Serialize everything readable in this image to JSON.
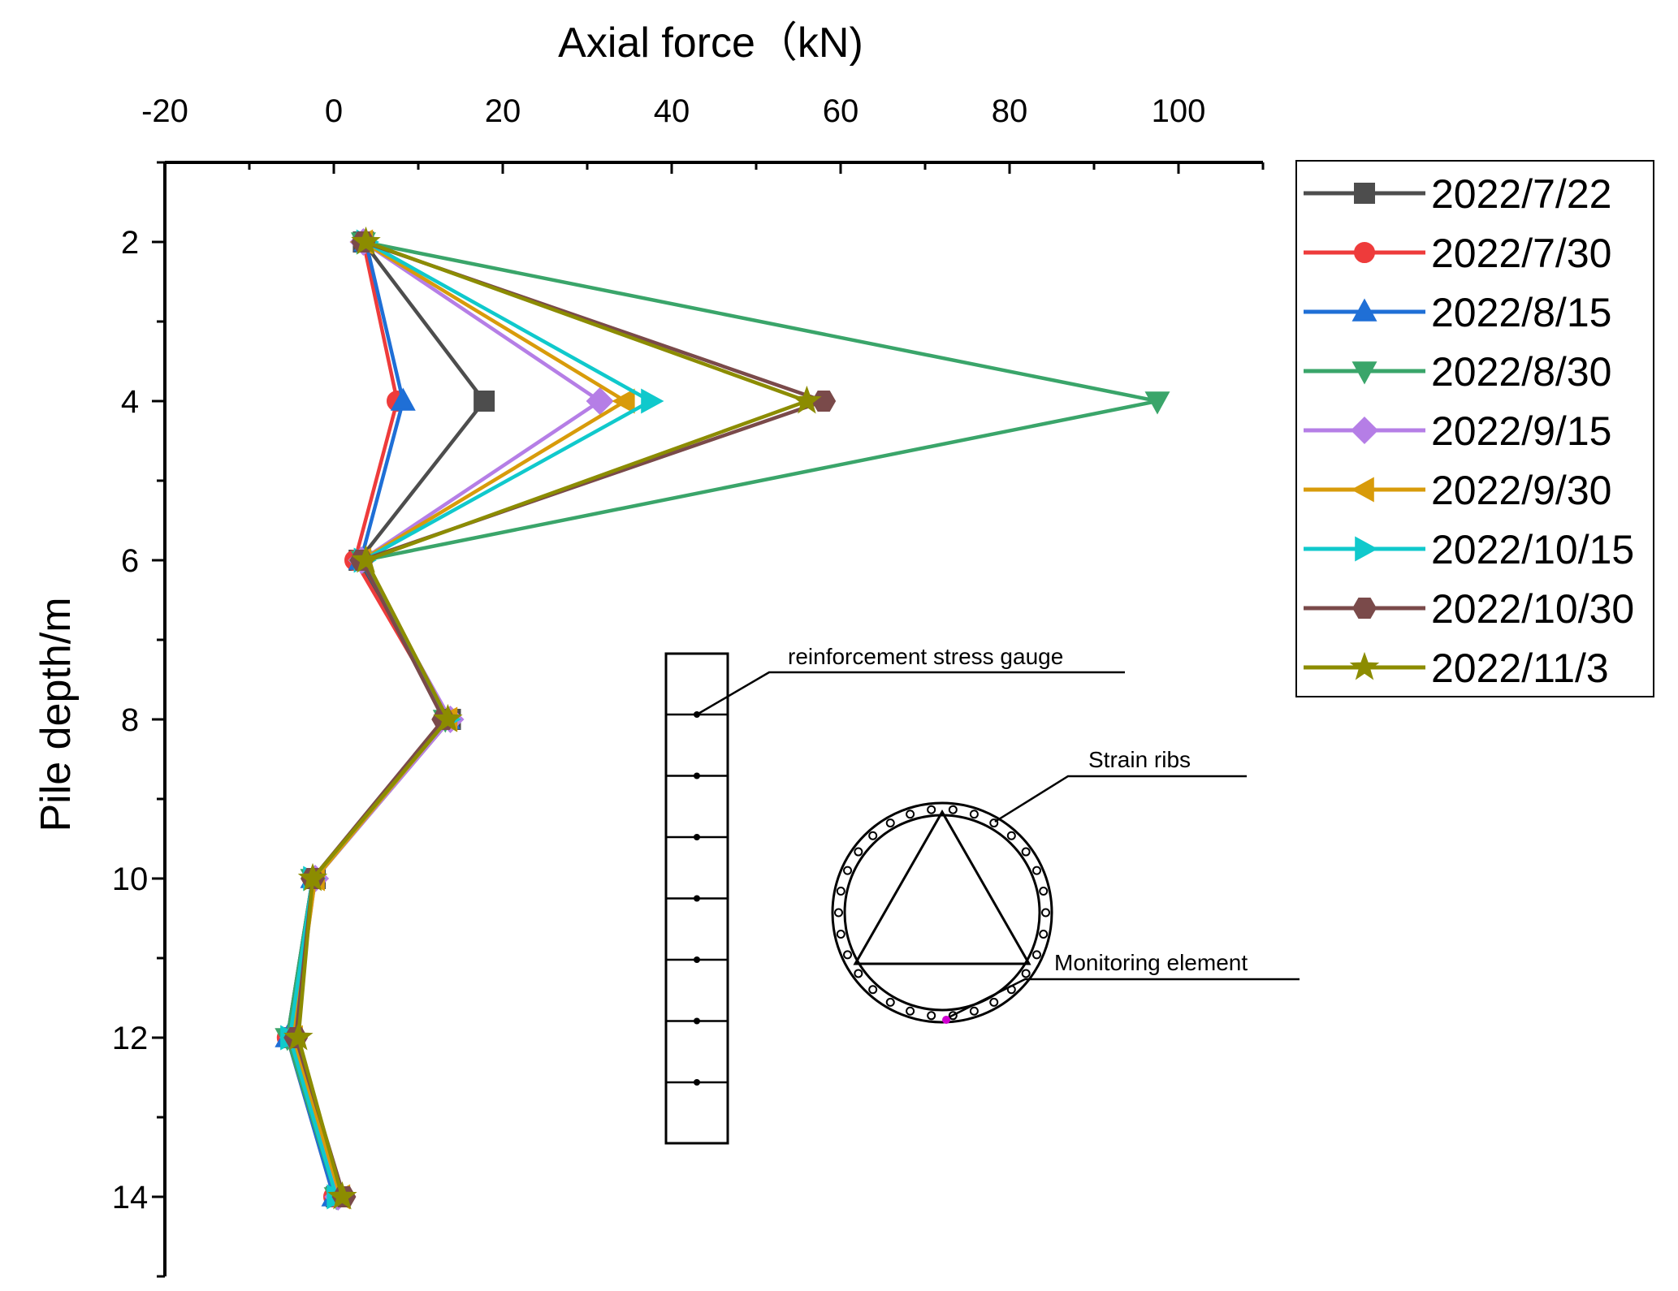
{
  "chart_data": {
    "type": "line",
    "xlabel": "Axial force（kN)",
    "ylabel": "Pile depth/m",
    "xlim": [
      -20,
      110
    ],
    "ylim": [
      1,
      15
    ],
    "x_axis_position": "top",
    "y_axis_inverted": true,
    "xticks": [
      -20,
      0,
      20,
      40,
      60,
      80,
      100
    ],
    "yticks": [
      2,
      4,
      6,
      8,
      10,
      12,
      14
    ],
    "grid": false,
    "legend_position": "right",
    "depths": [
      2,
      4,
      6,
      8,
      10,
      12,
      14
    ],
    "series": [
      {
        "name": "2022/7/22",
        "color": "#4d4d4d",
        "marker": "square",
        "values": [
          3.5,
          17.8,
          3.0,
          13.8,
          -2.2,
          -5.0,
          0.3
        ]
      },
      {
        "name": "2022/7/30",
        "color": "#ee3b3b",
        "marker": "circle",
        "values": [
          3.5,
          7.5,
          2.5,
          13.5,
          -2.5,
          -5.5,
          0.0
        ]
      },
      {
        "name": "2022/8/15",
        "color": "#1f6fd6",
        "marker": "triangle-up",
        "values": [
          3.8,
          8.2,
          3.2,
          13.5,
          -2.5,
          -5.5,
          0.0
        ]
      },
      {
        "name": "2022/8/30",
        "color": "#3aa56a",
        "marker": "triangle-down",
        "values": [
          3.5,
          97.5,
          3.5,
          13.2,
          -2.5,
          -5.5,
          0.3
        ]
      },
      {
        "name": "2022/9/15",
        "color": "#b57ee6",
        "marker": "diamond",
        "values": [
          3.5,
          31.5,
          3.3,
          13.8,
          -2.2,
          -4.8,
          0.5
        ]
      },
      {
        "name": "2022/9/30",
        "color": "#d89b0a",
        "marker": "triangle-left",
        "values": [
          3.5,
          34.5,
          3.3,
          13.5,
          -2.2,
          -4.8,
          0.8
        ]
      },
      {
        "name": "2022/10/15",
        "color": "#10c9cc",
        "marker": "triangle-right",
        "values": [
          3.8,
          37.5,
          3.5,
          13.5,
          -2.5,
          -5.2,
          0.3
        ]
      },
      {
        "name": "2022/10/30",
        "color": "#7a4a4a",
        "marker": "hexagon",
        "values": [
          3.5,
          58.0,
          3.3,
          13.0,
          -2.5,
          -4.5,
          1.2
        ]
      },
      {
        "name": "2022/11/3",
        "color": "#8c8c00",
        "marker": "star",
        "values": [
          3.8,
          56.0,
          3.8,
          13.5,
          -2.5,
          -4.2,
          1.0
        ]
      }
    ],
    "annotations": {
      "gauge_label": "reinforcement stress gauge",
      "ribs_label": "Strain ribs",
      "element_label": "Monitoring element"
    }
  }
}
